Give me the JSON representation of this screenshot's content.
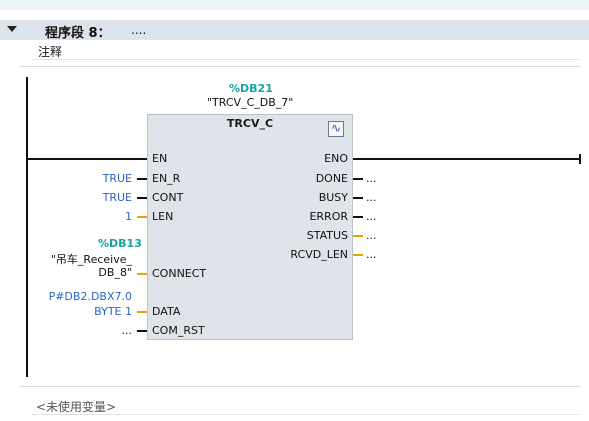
{
  "network": {
    "title": "程序段 8：",
    "title_value": "....",
    "comment": "注释",
    "unused_vars": "<未使用变量>"
  },
  "block": {
    "db_title": "%DB21",
    "db_name": "\"TRCV_C_DB_7\"",
    "type": "TRCV_C",
    "inputs": [
      "EN",
      "EN_R",
      "CONT",
      "LEN",
      "CONNECT",
      "DATA",
      "COM_RST"
    ],
    "outputs": [
      "ENO",
      "DONE",
      "BUSY",
      "ERROR",
      "STATUS",
      "RCVD_LEN"
    ]
  },
  "params": {
    "en_r": "TRUE",
    "cont": "TRUE",
    "len": "1",
    "connect_db": "%DB13",
    "connect_line1": "\"吊车_Receive_",
    "connect_line2": "DB_8\"",
    "data_line1": "P#DB2.DBX7.0",
    "data_line2": "BYTE 1",
    "com_rst": "...",
    "out_dots": "..."
  }
}
